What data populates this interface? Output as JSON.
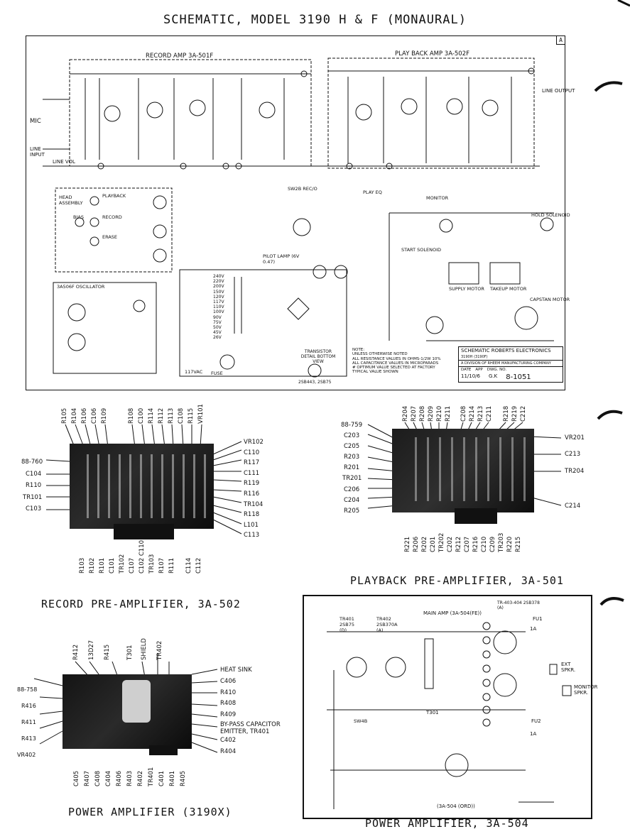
{
  "title": "SCHEMATIC, MODEL 3190 H & F (MONAURAL)",
  "corner_letter": "A",
  "main_schematic": {
    "record_amp_label": "RECORD AMP 3A-501F",
    "playback_amp_label": "PLAY BACK AMP 3A-502F",
    "head_assembly": "HEAD ASSEMBLY",
    "playback": "PLAYBACK",
    "record": "RECORD",
    "bias": "BIAS",
    "erase": "ERASE",
    "oscillator": "3A506F OSCILLATOR",
    "line_output": "LINE OUTPUT",
    "mic": "MIC",
    "line_input": "LINE INPUT",
    "line_vol": "LINE VOL",
    "hold_solenoid": "HOLD SOLENOID",
    "start_solenoid": "START SOLENOID",
    "supply_motor": "SUPPLY MOTOR",
    "takeup_motor": "TAKEUP MOTOR",
    "capstan_motor": "CAPSTAN MOTOR",
    "pilot_lamp": "PILOT LAMP (6V 0.47)",
    "transistor_detail": "TRANSISTOR DETAIL BOTTOM VIEW",
    "transistor_types": "2SB443, 2SB75",
    "note_title": "NOTE:",
    "note_lines": [
      "UNLESS OTHERWISE NOTED",
      "ALL RESISTANCE VALUES IN OHMS-1/2W 10%",
      "ALL CAPACITANCE VALUES IN MICROFARADS",
      "# OPTIMUM VALUE SELECTED AT FACTORY",
      "TYPICAL VALUE SHOWN"
    ],
    "title_block": {
      "heading": "SCHEMATIC ROBERTS ELECTRONICS",
      "models": "3190H (3190F)",
      "division": "A DIVISION OF RHEEM MANUFACTURING COMPANY",
      "date_label": "DATE",
      "app_label": "APP",
      "dwg_label": "DWG. NO.",
      "date": "11/10/6",
      "app": "G.K",
      "dwg": "8-1051"
    },
    "voltages": [
      "240V",
      "220V",
      "200V",
      "150V",
      "120V",
      "117V",
      "110V",
      "100V",
      "90V",
      "75V",
      "50V",
      "45V",
      "26V"
    ],
    "fuse": "FUSE",
    "ac_in": "117VAC",
    "monitor": "MONITOR",
    "play_eq": "PLAY EQ",
    "rec_sw": "SW2B REC/O"
  },
  "record_preamp": {
    "caption": "RECORD PRE-AMPLIFIER, 3A-502",
    "top_labels": [
      "R105",
      "R104",
      "R106",
      "C106",
      "R109",
      "R108",
      "C100",
      "R114",
      "R112",
      "R113",
      "C108",
      "R115",
      "VR101"
    ],
    "left_labels": [
      "88-760",
      "C104",
      "R110",
      "TR101",
      "C103"
    ],
    "right_labels": [
      "VR102",
      "C110",
      "R117",
      "C111",
      "R119",
      "R116",
      "TR104",
      "R118",
      "L101",
      "C113"
    ],
    "bottom_labels": [
      "R103",
      "R102",
      "R101",
      "C101",
      "TR102",
      "C107",
      "C102 C110",
      "TR103",
      "R107",
      "R111",
      "C114",
      "C112"
    ]
  },
  "playback_preamp": {
    "caption": "PLAYBACK PRE-AMPLIFIER, 3A-501",
    "top_labels": [
      "R204",
      "R207",
      "R208",
      "R209",
      "R210",
      "R211",
      "C208",
      "R214",
      "R213",
      "C211",
      "R218",
      "R219",
      "C212"
    ],
    "left_labels": [
      "88-759",
      "C203",
      "C205",
      "R203",
      "R201",
      "TR201",
      "C206",
      "C204",
      "R205"
    ],
    "right_labels": [
      "VR201",
      "C213",
      "TR204",
      "C214"
    ],
    "bottom_labels": [
      "R221",
      "R206",
      "R202",
      "C201",
      "TR202",
      "C202",
      "R212",
      "C207",
      "R216",
      "C210",
      "C209",
      "TR203",
      "R220",
      "R215"
    ]
  },
  "power_amp_photo": {
    "caption": "POWER AMPLIFIER (3190X)",
    "top_labels": [
      "R412",
      "13D27",
      "R415",
      "T301",
      "SHIELD",
      "TR402"
    ],
    "left_labels": [
      "88-758",
      "R416",
      "R411",
      "R413",
      "VR402"
    ],
    "right_labels": [
      "HEAT SINK",
      "C406",
      "R410",
      "R408",
      "R409",
      "BY-PASS CAPACITOR",
      "EMITTER, TR401",
      "C402",
      "R404"
    ],
    "bottom_labels": [
      "C405",
      "R407",
      "C408",
      "C404",
      "R406",
      "R403",
      "R402",
      "TR401",
      "C401",
      "R401",
      "R405"
    ]
  },
  "power_amp_schematic": {
    "caption": "POWER AMPLIFIER, 3A-504",
    "main_amp": "MAIN AMP (3A-504(FE))",
    "tr_label": "TR-403-404 2SB378 (A)",
    "tr401": "TR401 2SB75 (D)",
    "tr402": "TR402 2SB370A (A)",
    "ext_spkr": "EXT SPKR.",
    "monitor_spkr": "MONITOR SPKR.",
    "bottom_label": "(3A-504 (ORD))",
    "fuse1": "FU1",
    "fuse2": "FU2",
    "amp_rating": "1A",
    "t301": "T301",
    "sw4b": "SW4B"
  }
}
